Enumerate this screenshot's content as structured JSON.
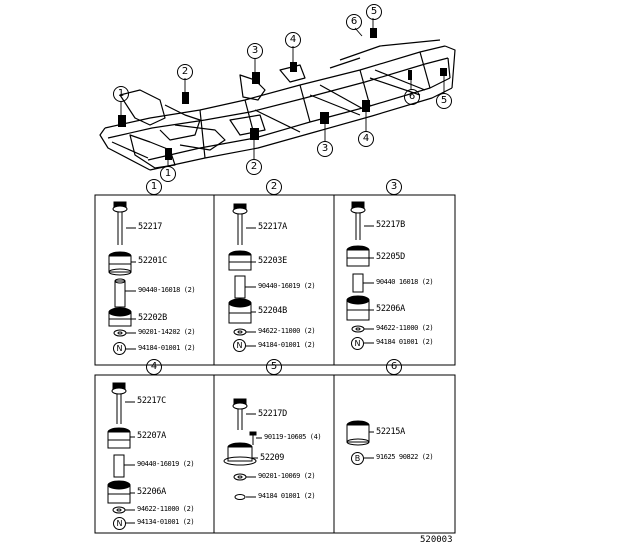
{
  "diagram_id": "520003",
  "frame_callouts": {
    "c1a": "1",
    "c1b": "1",
    "c2a": "2",
    "c2b": "2",
    "c3a": "3",
    "c3b": "3",
    "c4a": "4",
    "c4b": "4",
    "c5a": "5",
    "c5b": "5",
    "c6a": "6",
    "c6b": "6"
  },
  "panels": {
    "p1": {
      "number": "1",
      "parts": [
        "52217",
        "52201C",
        "90440-16018 (2)",
        "52202B",
        "90201-14202 (2)",
        "94184-01001 (2)"
      ],
      "n_mark": "N"
    },
    "p2": {
      "number": "2",
      "parts": [
        "52217A",
        "52203E",
        "90440-16019 (2)",
        "52204B",
        "94622-11000 (2)",
        "94184-01001 (2)"
      ],
      "n_mark": "N"
    },
    "p3": {
      "number": "3",
      "parts": [
        "52217B",
        "52205D",
        "90440 16018 (2)",
        "52206A",
        "94622-11000 (2)",
        "94184 01001 (2)"
      ],
      "n_mark": "N"
    },
    "p4": {
      "number": "4",
      "parts": [
        "52217C",
        "52207A",
        "90440-16019 (2)",
        "52206A",
        "94622-11000 (2)",
        "94134-01001 (2)"
      ],
      "n_mark": "N"
    },
    "p5": {
      "number": "5",
      "parts": [
        "52217D",
        "90119-10605 (4)",
        "52209",
        "90201-10069 (2)",
        "94184 01001 (2)"
      ]
    },
    "p6": {
      "number": "6",
      "parts": [
        "52215A",
        "91625 90822 (2)"
      ],
      "b_mark": "B"
    }
  }
}
